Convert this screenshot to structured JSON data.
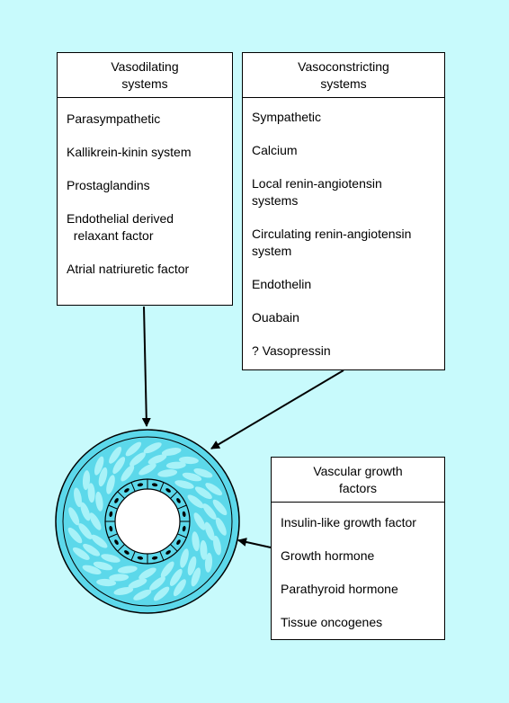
{
  "vasodilating": {
    "title": "Vasodilating\nsystems",
    "items": [
      "Parasympathetic",
      "Kallikrein-kinin system",
      "Prostaglandins",
      "Endothelial derived\n  relaxant factor",
      "Atrial natriuretic factor"
    ]
  },
  "vasoconstricting": {
    "title": "Vasoconstricting\nsystems",
    "items": [
      "Sympathetic",
      "Calcium",
      "Local renin-angiotensin\nsystems",
      "Circulating renin-angiotensin\nsystem",
      "Endothelin",
      "Ouabain",
      "? Vasopressin"
    ]
  },
  "growth": {
    "title": "Vascular growth\nfactors",
    "items": [
      "Insulin-like growth factor",
      "Growth hormone",
      "Parathyroid hormone",
      "Tissue oncogenes"
    ]
  },
  "colors": {
    "background": "#c8fafc",
    "vessel_wall": "#5cd8ea",
    "smooth_muscle_cells": "#a8f2f8",
    "outline": "#000000"
  }
}
